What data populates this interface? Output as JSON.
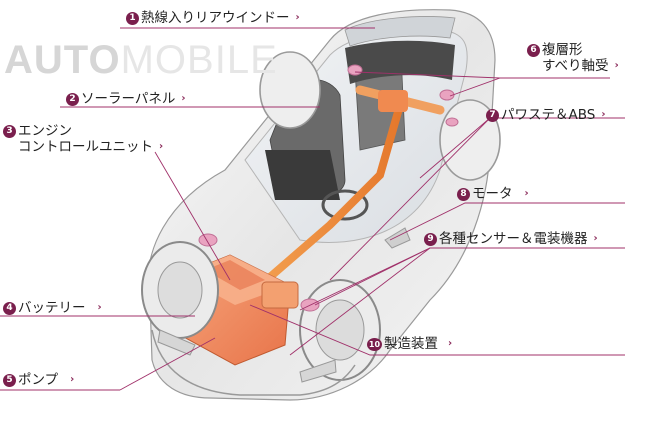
{
  "watermark": {
    "bold": "AUTO",
    "thin": "MOBILE"
  },
  "labels": [
    {
      "num": "1",
      "text": "熱線入りリアウインドー",
      "chevron": "›"
    },
    {
      "num": "2",
      "text": "ソーラーパネル",
      "chevron": "›"
    },
    {
      "num": "3",
      "text": "エンジン\nコントロールユニット",
      "chevron": "›"
    },
    {
      "num": "4",
      "text": "バッテリー",
      "chevron": "›"
    },
    {
      "num": "5",
      "text": "ポンプ",
      "chevron": "›"
    },
    {
      "num": "6",
      "text": "複層形\nすべり軸受",
      "chevron": "›"
    },
    {
      "num": "7",
      "text": "パワステ＆ABS",
      "chevron": "›"
    },
    {
      "num": "8",
      "text": "モータ",
      "chevron": "›"
    },
    {
      "num": "9",
      "text": "各種センサー＆電装機器",
      "chevron": "›"
    },
    {
      "num": "10",
      "text": "製造装置",
      "chevron": "›"
    }
  ],
  "colors": {
    "accent": "#7a1f4d",
    "leader_line": "#a0316a",
    "component_orange": "#f08a60",
    "component_pink": "#e9a3c0",
    "car_outline": "#9a9a9a"
  }
}
